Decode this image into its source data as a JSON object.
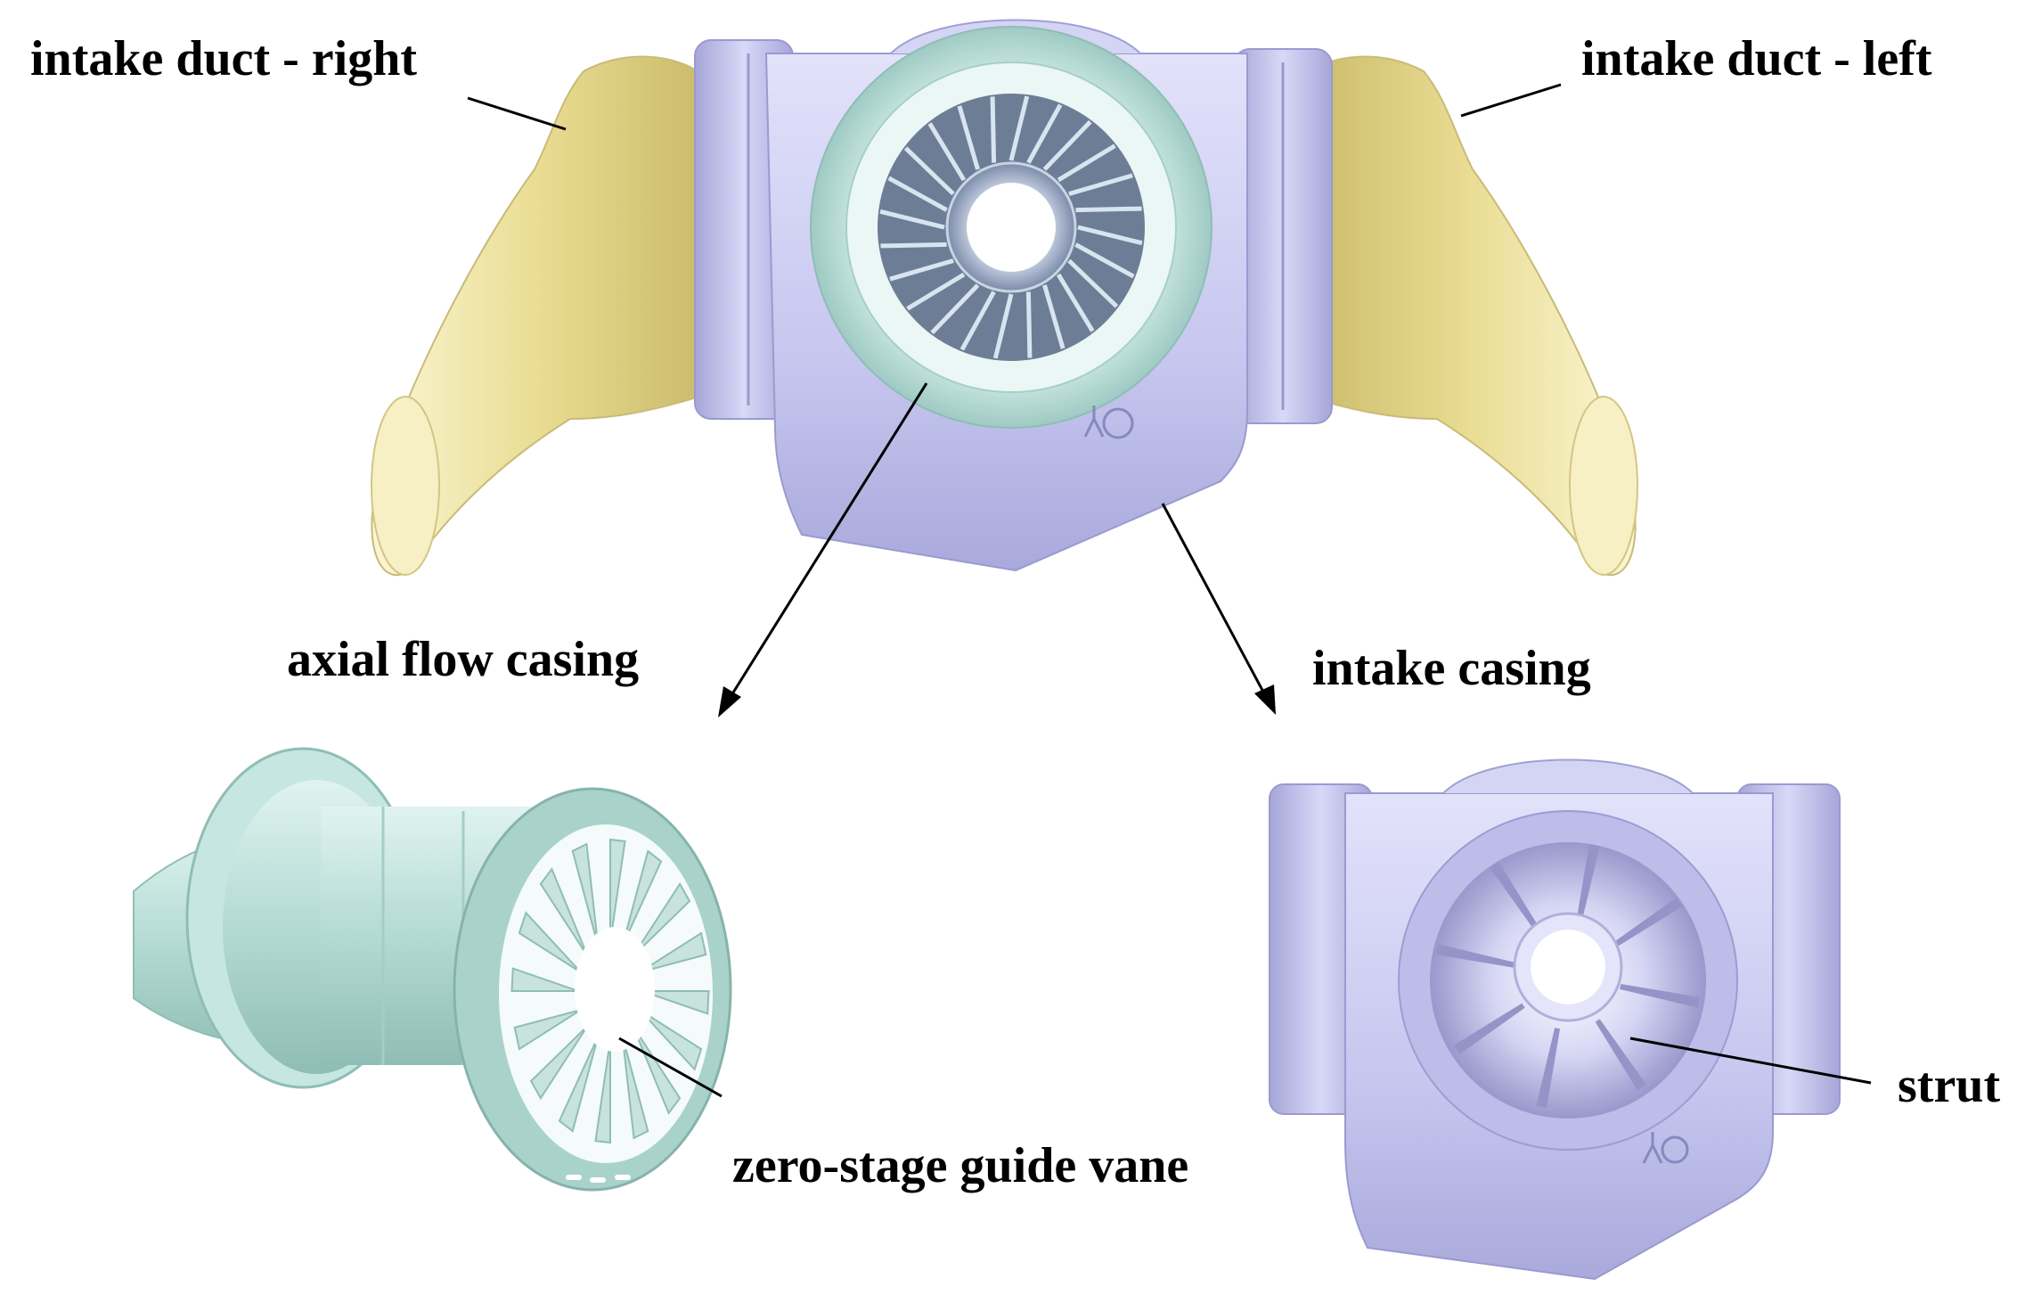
{
  "labels": {
    "intake_duct_right": "intake duct - right",
    "intake_duct_left": "intake duct - left",
    "axial_flow_casing": "axial flow casing",
    "intake_casing": "intake casing",
    "zero_stage_guide_vane": "zero-stage guide vane",
    "strut": "strut"
  },
  "colors": {
    "duct": "#f0e6a8",
    "casing": "#c9c9f0",
    "axial": "#b8dcd6",
    "line": "#000000"
  }
}
